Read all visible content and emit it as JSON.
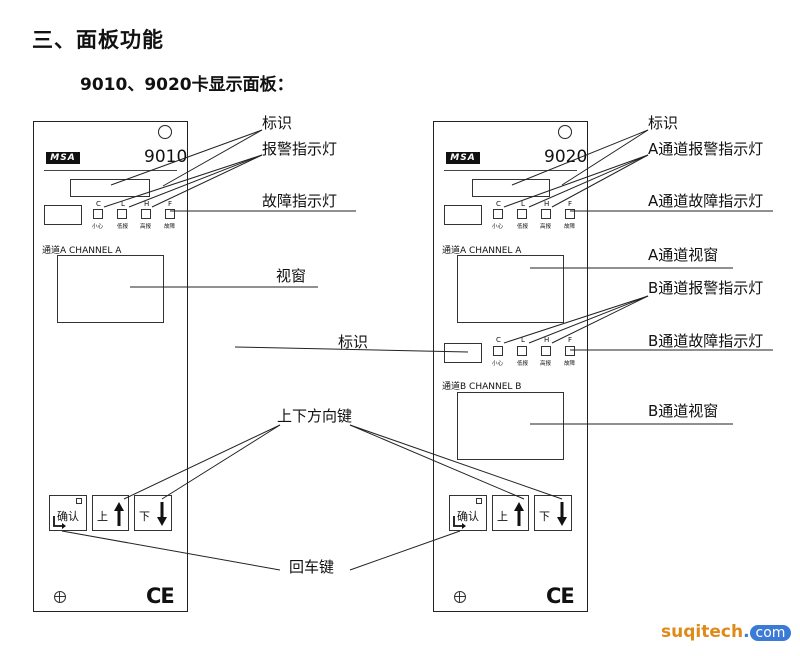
{
  "heading": "三、面板功能",
  "subheading": "9010、9020卡显示面板：",
  "led_letters": [
    "C",
    "L",
    "H",
    "F"
  ],
  "led_labels": [
    "小心",
    "低报",
    "高报",
    "故障"
  ],
  "buttons": {
    "confirm": "确认",
    "up": "上",
    "down": "下"
  },
  "ce_mark": "CE",
  "panel_9010": {
    "model": "9010",
    "logo": "MSA",
    "channel_a": "通道A CHANNEL A"
  },
  "panel_9020": {
    "model": "9020",
    "logo": "MSA",
    "channel_a": "通道A CHANNEL A",
    "channel_b": "通道B CHANNEL B"
  },
  "callouts": {
    "id_label": "标识",
    "alarm_leds": "报警指示灯",
    "fault_led": "故障指示灯",
    "window": "视窗",
    "id_label_mid": "标识",
    "updown_keys": "上下方向键",
    "enter_key": "回车键",
    "id_label_right": "标识",
    "a_alarm_leds": "A通道报警指示灯",
    "a_fault_led": "A通道故障指示灯",
    "a_window": "A通道视窗",
    "b_alarm_leds": "B通道报警指示灯",
    "b_fault_led": "B通道故障指示灯",
    "b_window": "B通道视窗"
  },
  "watermark": {
    "brand": "suqitech",
    "tld": "com"
  },
  "colors": {
    "watermark_orange": "#e08a1a",
    "watermark_blue": "#3b7bd6"
  }
}
